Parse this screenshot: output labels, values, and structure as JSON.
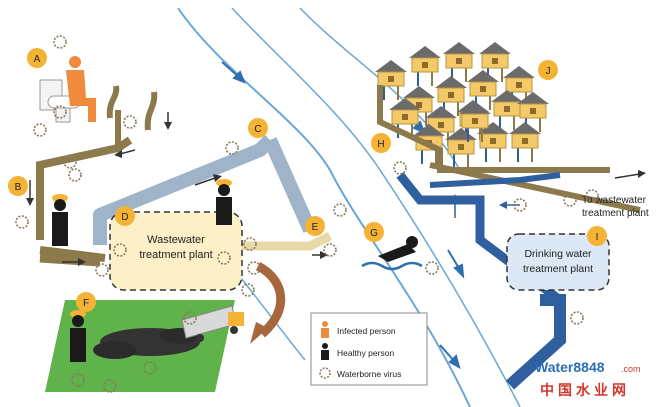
{
  "markers": {
    "A": "A",
    "B": "B",
    "C": "C",
    "D": "D",
    "E": "E",
    "F": "F",
    "G": "G",
    "H": "H",
    "I": "I",
    "J": "J"
  },
  "boxes": {
    "wastewater_plant": [
      "Wastewater",
      "treatment plant"
    ],
    "drinking_plant": [
      "Drinking water",
      "treatment plant"
    ]
  },
  "to_wastewater": [
    "To wastewater",
    "treatment plant"
  ],
  "legend": {
    "items": [
      {
        "label": "Infected person",
        "icon": "infected-person-icon",
        "color": "#f08a3c"
      },
      {
        "label": "Healthy person",
        "icon": "healthy-person-icon",
        "color": "#1a1a1a"
      },
      {
        "label": "Waterborne virus",
        "icon": "virus-icon",
        "color": "#8a7a5a"
      }
    ]
  },
  "watermark": {
    "brand": "Water8848",
    "suffix": ".com",
    "chinese": "中国水业网"
  },
  "colors": {
    "marker": "#f5b335",
    "river": "#4a8fc6",
    "sewage": "#8c7a4c",
    "clean_pipe": "#2f5f9e",
    "grass": "#5fb34a",
    "plant_fill": "#fdf0c8",
    "drinking_fill": "#dce8f6"
  }
}
